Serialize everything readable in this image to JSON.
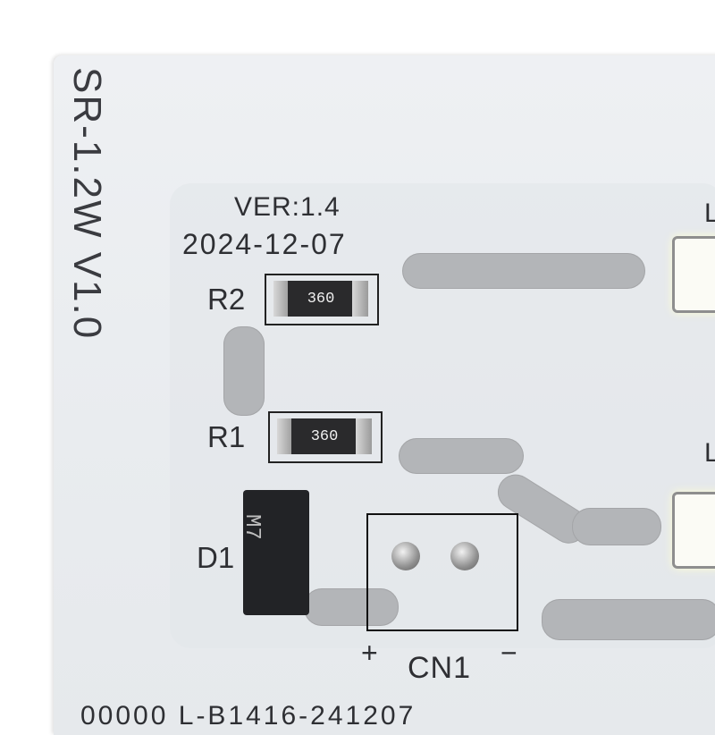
{
  "board": {
    "side_label": "SR-1.2W  V1.0",
    "version": "VER:1.4",
    "date": "2024-12-07",
    "bottom_code": "00000 L-B1416-241207"
  },
  "components": {
    "r2": {
      "designator": "R2",
      "marking": "360"
    },
    "r1": {
      "designator": "R1",
      "marking": "360"
    },
    "d1": {
      "designator": "D1",
      "marking": "M7"
    },
    "connector": {
      "designator": "CN1",
      "plus": "+",
      "minus": "−"
    },
    "led_label_1": "L",
    "led_label_2": "L"
  },
  "colors": {
    "board": "#eceef1",
    "silkscreen": "#2e2f33",
    "copper_trace": "#b3b5b8",
    "component_body": "#2a2a2c"
  }
}
